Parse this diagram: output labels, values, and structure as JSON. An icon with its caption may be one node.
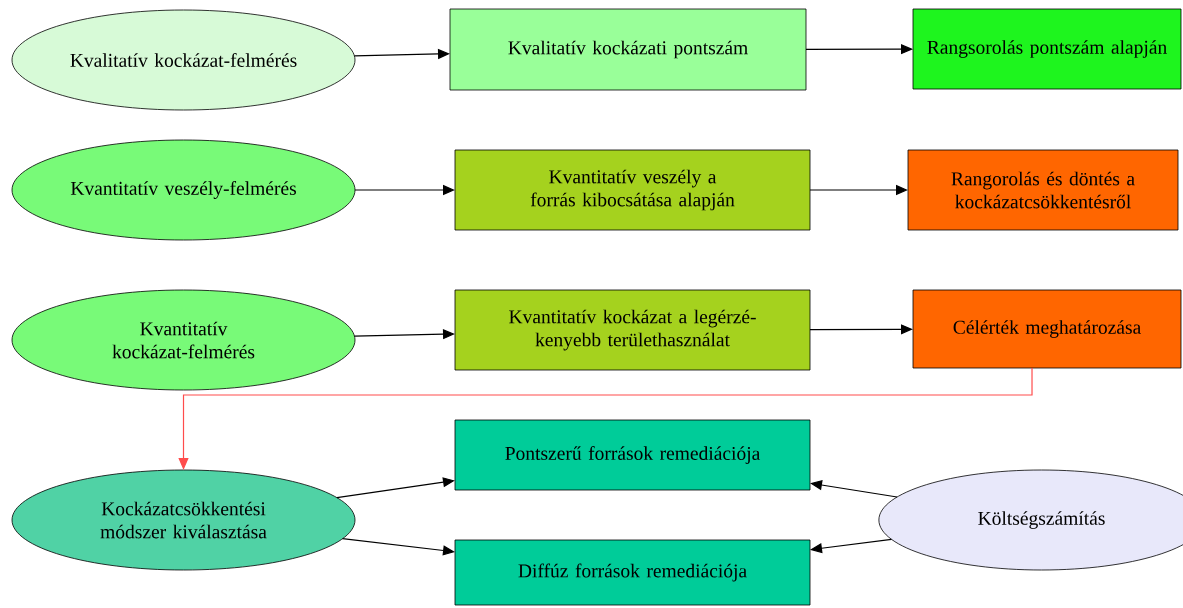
{
  "diagram": {
    "nodes": [
      {
        "text": [
          "Kvalitatív kockázat-felmérés"
        ]
      },
      {
        "text": [
          "Kvalitatív kockázati pontszám"
        ]
      },
      {
        "text": [
          "Rangsorolás pontszám alapján"
        ]
      },
      {
        "text": [
          "Kvantitatív veszély-felmérés"
        ]
      },
      {
        "text": [
          "Kvantitatív veszély a forrás kibocsátása alapján"
        ]
      },
      {
        "text": [
          "Rangorolás és döntés a kockázatcsökkentésről"
        ]
      },
      {
        "text": [
          "Kvantitatív kockázat-felmérés"
        ]
      },
      {
        "text": [
          "Kvantitatív kockázat a legérzé-kenyebb területhasználat"
        ]
      },
      {
        "text": [
          "Célérték meghatározása"
        ]
      },
      {
        "text": [
          "Kockázatcsökkentési módszer kiválasztása"
        ]
      },
      {
        "text": [
          "Pontszerű források remediációja"
        ]
      },
      {
        "text": [
          "Diffúz források remediációja"
        ]
      },
      {
        "text": [
          "Költségszámítás"
        ]
      }
    ],
    "edges": [
      {
        "from": 0,
        "to": 1,
        "arrow": "to"
      },
      {
        "from": 1,
        "to": 2,
        "arrow": "to"
      },
      {
        "from": 3,
        "to": 4,
        "arrow": "to"
      },
      {
        "from": 4,
        "to": 5,
        "arrow": "to"
      },
      {
        "from": 6,
        "to": 7,
        "arrow": "to"
      },
      {
        "from": 7,
        "to": 8,
        "arrow": "to"
      },
      {
        "from": 8,
        "to": 9,
        "arrow": "to",
        "color": "#ff4c4c"
      },
      {
        "from": 9,
        "to": 10,
        "arrow": "to"
      },
      {
        "from": 9,
        "to": 11,
        "arrow": "to"
      },
      {
        "from": 12,
        "to": 10,
        "arrow": "to"
      },
      {
        "from": 12,
        "to": 11,
        "arrow": "to"
      }
    ]
  }
}
